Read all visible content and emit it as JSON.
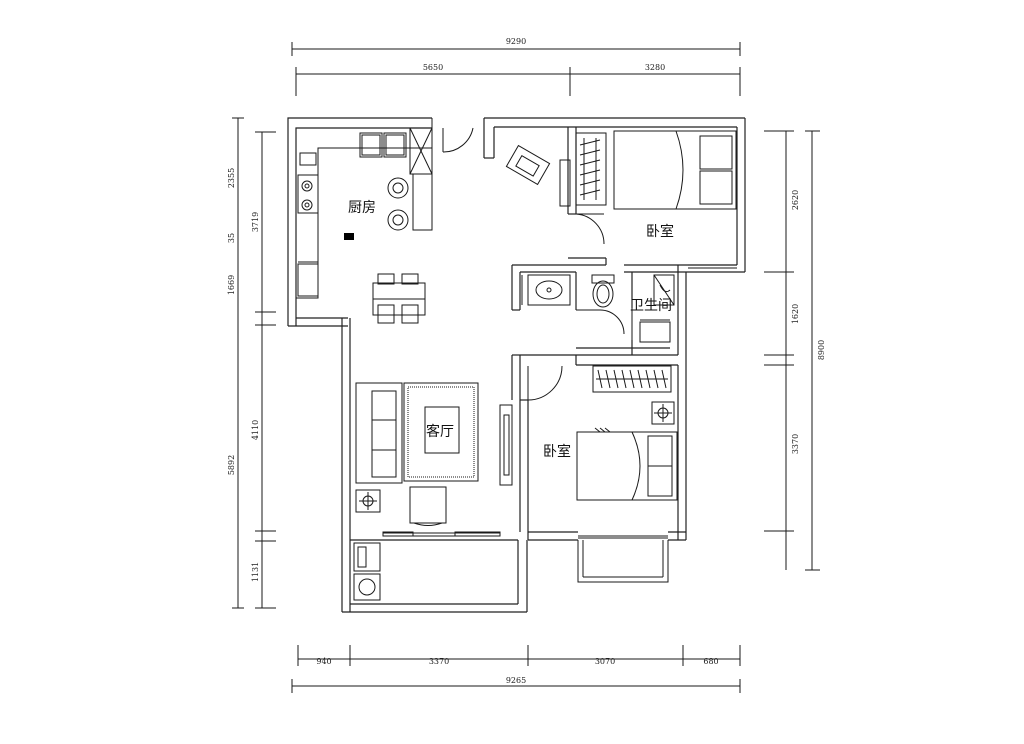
{
  "dimensions": {
    "top_total": "9290",
    "top_left": "5650",
    "top_right": "3280",
    "bottom_total": "9265",
    "bottom_1": "940",
    "bottom_2": "3370",
    "bottom_3": "3070",
    "bottom_4": "680",
    "left_outer_top": "3719",
    "left_outer_bottom": "5892",
    "left_inner_1": "2355",
    "left_inner_2": "35",
    "left_inner_3": "1669",
    "left_inner_4": "4110",
    "left_inner_5": "1131",
    "right_inner_1": "2620",
    "right_inner_2": "1620",
    "right_inner_3": "3370",
    "right_outer": "8900"
  },
  "rooms": {
    "kitchen": "厨房",
    "bedroom_1": "卧室",
    "bathroom": "卫生间",
    "living": "客厅",
    "bedroom_2": "卧室"
  },
  "colors": {
    "line": "#1a1a1a",
    "wall": "#222222",
    "background": "#ffffff"
  }
}
